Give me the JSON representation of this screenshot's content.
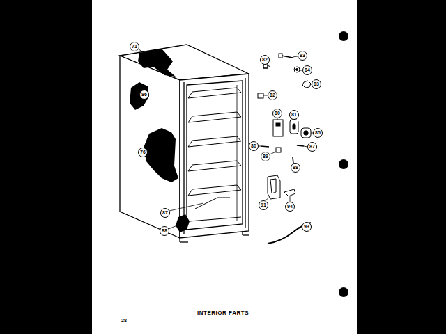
{
  "diagram": {
    "caption": "INTERIOR PARTS",
    "labels": [
      "71",
      "86",
      "76",
      "87",
      "88",
      "82",
      "83",
      "84",
      "83",
      "82",
      "80",
      "81",
      "85",
      "80",
      "89",
      "87",
      "88",
      "91",
      "94",
      "93",
      "28"
    ]
  }
}
